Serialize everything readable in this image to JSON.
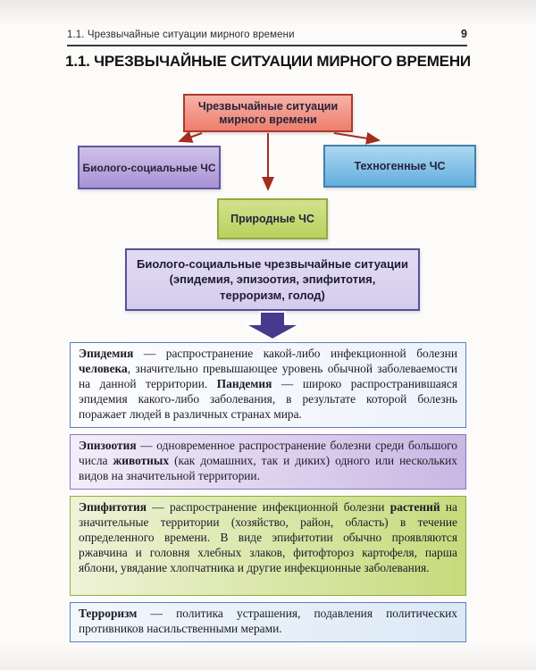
{
  "page": {
    "running_title": "1.1. Чрезвычайные ситуации мирного времени",
    "page_number": "9",
    "title": "1.1. ЧРЕЗВЫЧАЙНЫЕ СИТУАЦИИ МИРНОГО ВРЕМЕНИ"
  },
  "diagram": {
    "root_label": "Чрезвычайные ситуации мирного времени",
    "nodes": {
      "bio_social": "Биолого-социальные ЧС",
      "technogenic": "Техногенные ЧС",
      "natural": "Природные ЧС"
    },
    "summary": {
      "line1": "Биолого-социальные чрезвычайные ситуации",
      "line2": "(эпидемия, эпизоотия, эпифитотия,",
      "line3": "терроризм, голод)"
    }
  },
  "definitions": [
    {
      "name": "epidemic",
      "segments": [
        {
          "t": "Эпидемия",
          "b": true
        },
        {
          "t": " — распространение какой-либо инфекционной болезни ",
          "b": false
        },
        {
          "t": "человека",
          "b": true
        },
        {
          "t": ", значительно превышающее уровень обычной заболеваемости на данной территории. ",
          "b": false
        },
        {
          "t": "Пандемия",
          "b": true
        },
        {
          "t": " — широко распространившаяся эпидемия какого-либо заболевания, в результате которой болезнь поражает людей в различных странах мира.",
          "b": false
        }
      ]
    },
    {
      "name": "epizootic",
      "segments": [
        {
          "t": "Эпизоотия",
          "b": true
        },
        {
          "t": " — одновременное распространение болезни среди большого числа ",
          "b": false
        },
        {
          "t": "животных",
          "b": true
        },
        {
          "t": " (как домашних, так и диких) одного или нескольких видов на значительной территории.",
          "b": false
        }
      ]
    },
    {
      "name": "epiphytotic",
      "segments": [
        {
          "t": "Эпифитотия",
          "b": true
        },
        {
          "t": " — распространение инфекционной болезни ",
          "b": false
        },
        {
          "t": "растений",
          "b": true
        },
        {
          "t": " на значительные территории (хозяйство, район, область) в течение определенного времени. В виде эпифитотии обычно проявляются ржавчина и головня хлебных злаков, фитофтороз картофеля, парша яблони, увядание хлопчатника и другие инфекционные заболевания.",
          "b": false
        }
      ]
    },
    {
      "name": "terrorism",
      "segments": [
        {
          "t": "Терроризм",
          "b": true
        },
        {
          "t": " — политика устрашения, подавления политических противников насильственными мерами.",
          "b": false
        }
      ]
    }
  ],
  "palette": {
    "root_box_top": "#f6b3a8",
    "root_box_bottom": "#ee7e6d",
    "root_box_border": "#a93b2d",
    "bio_box_top": "#cfc1e9",
    "bio_box_bottom": "#a792d3",
    "bio_box_border": "#5f55a1",
    "tech_box_top": "#aed7f1",
    "tech_box_bottom": "#63aedd",
    "tech_box_border": "#4180ad",
    "natural_box_top": "#d2e28d",
    "natural_box_bottom": "#bcd05e",
    "natural_box_border": "#91a944",
    "summary_box_bg": "#ddd6ef",
    "summary_box_border": "#56509c",
    "connector_arrow": "#a32c1e",
    "block_arrow": "#453a8c",
    "def_blue_border": "#5b7fc0",
    "def_purple_border": "#8a76bd",
    "def_green_border": "#8fae3e"
  }
}
